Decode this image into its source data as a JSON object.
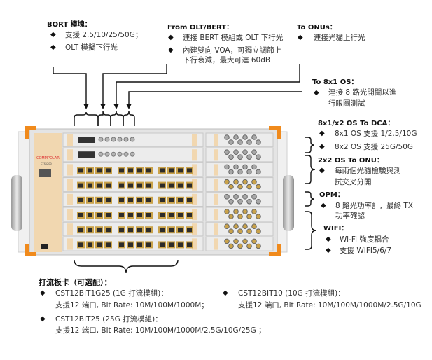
{
  "bort": {
    "title": "BORT 模塊：",
    "items": [
      "支援 2.5/10/25/50G；",
      "OLT 模擬下行光"
    ]
  },
  "from_olt": {
    "title": "From OLT/BERT：",
    "items": [
      "連接 BERT 模組或 OLT 下行光",
      "內建雙向 VOA，可獨立調節上",
      "下行衰減，最大可達 60dB"
    ]
  },
  "to_onus": {
    "title": "To ONUs：",
    "items": [
      "連接光貓上行光"
    ]
  },
  "to_8x1": {
    "title": "To 8x1 OS：",
    "items": [
      "連接 8 路光開關以進",
      "行眼圖測試"
    ]
  },
  "os_dca": {
    "title": "8x1/x2 OS To DCA：",
    "items": [
      "8x1 OS  支援 1/2.5/10G",
      "8x2 OS  支援 25G/50G"
    ]
  },
  "os_onu": {
    "title": "2x2 OS To ONU：",
    "items": [
      "每兩個光貓檢驗與測",
      "試交叉分開"
    ]
  },
  "opm": {
    "title": "OPM：",
    "items": [
      "8 路光功率計，最終 TX",
      "功率確認"
    ]
  },
  "wifi": {
    "title": "WIFI：",
    "items": [
      "Wi-Fi 強度耦合",
      "支援 WIFI5/6/7"
    ]
  },
  "cards": {
    "title": "打流板卡（可選配）：",
    "items": [
      {
        "name": "CST12BIT1G25 (1G 打流模組)：",
        "desc": "支援12 端口, Bit Rate: 10M/100M/1000M；"
      },
      {
        "name": "CST12BIT10 (10G 打流模組)：",
        "desc": "支援12 端口, Bit Rate: 10M/100M/1000M/2.5G/10G"
      },
      {
        "name": "CST12BIT25 (25G 打流模組)：",
        "desc": "支援12 端口, Bit Rate: 10M/100M/1000M/2.5G/10G/25G  ；"
      }
    ]
  },
  "device": {
    "brand": "COMMPOLAR",
    "model": "CTS5200"
  },
  "bullet": "◆",
  "colors": {
    "orange": "#f08a1c",
    "panel_tan": "#f2d9b4",
    "chassis": "#e6e6e6",
    "gold": "#c9a24a"
  }
}
